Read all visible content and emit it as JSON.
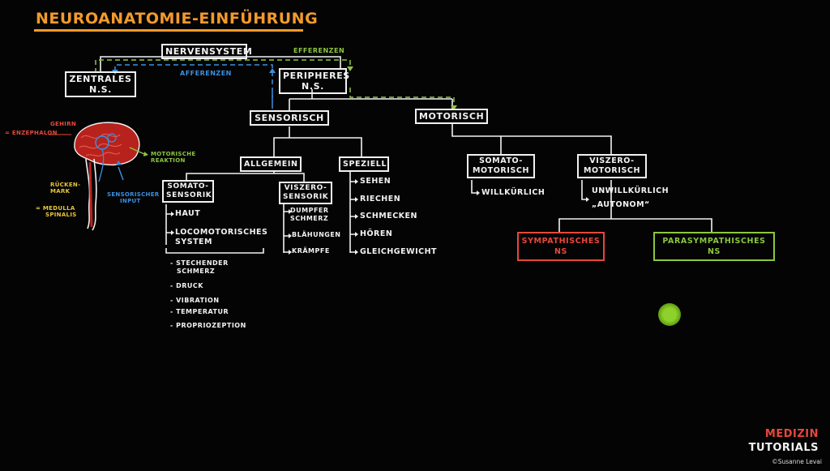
{
  "title": "NEUROANATOMIE-EINFÜHRUNG",
  "nodes": {
    "nervensystem": "NERVENSYSTEM",
    "zentrales_1": "ZENTRALES",
    "zentrales_2": "N.S.",
    "peripheres_1": "PERIPHERES",
    "peripheres_2": "N.S.",
    "sensorisch": "SENSORISCH",
    "motorisch": "MOTORISCH",
    "allgemein": "ALLGEMEIN",
    "speziell": "SPEZIELL",
    "somatosensorik_1": "SOMATO-",
    "somatosensorik_2": "SENSORIK",
    "viszerosensorik_1": "VISZERO-",
    "viszerosensorik_2": "SENSORIK",
    "somatomotorisch_1": "SOMATO-",
    "somatomotorisch_2": "MOTORISCH",
    "viszeromotorisch_1": "VISZERO-",
    "viszeromotorisch_2": "MOTORISCH",
    "sympathisches_1": "SYMPATHISCHES",
    "sympathisches_2": "NS",
    "parasympathisches_1": "PARASYMPATHISCHES",
    "parasympathisches_2": "NS"
  },
  "edge_labels": {
    "efferenzen": "EFFERENZEN",
    "afferenzen": "AFFERENZEN"
  },
  "somato_items": [
    "HAUT",
    "LOCOMOTORISCHES",
    "SYSTEM"
  ],
  "somato_subitems": [
    "- STECHENDER",
    "SCHMERZ",
    "- DRUCK",
    "- VIBRATION",
    "- TEMPERATUR",
    "- PROPRIOZEPTION"
  ],
  "viszero_items": [
    "DUMPFER",
    "SCHMERZ",
    "BLÄHUNGEN",
    "KRÄMPFE"
  ],
  "speziell_items": [
    "SEHEN",
    "RIECHEN",
    "SCHMECKEN",
    "HÖREN",
    "GLEICHGEWICHT"
  ],
  "somatomotorisch_items": [
    "WILLKÜRLICH"
  ],
  "viszeromotorisch_items": [
    "UNWILLKÜRLICH",
    "„AUTONOM“"
  ],
  "brain_labels": {
    "gehirn": "GEHIRN",
    "enzephalon": "= ENZEPHALON",
    "motorische_1": "MOTORISCHE",
    "motorische_2": "REAKTION",
    "rueckenmark_1": "RÜCKEN-",
    "rueckenmark_2": "MARK",
    "medulla_1": "= MEDULLA",
    "medulla_2": "SPINALIS",
    "sensorischer_1": "SENSORISCHER",
    "sensorischer_2": "INPUT"
  },
  "logo": {
    "line1": "MEDIZIN",
    "line2": "TUTORIALS",
    "copyright": "©Susanne Levai"
  },
  "colors": {
    "orange": "#f39a2c",
    "green": "#8cc63f",
    "blue": "#3b8fe0",
    "red": "#e8473a",
    "white": "#f2f2f2",
    "background": "#040404"
  }
}
